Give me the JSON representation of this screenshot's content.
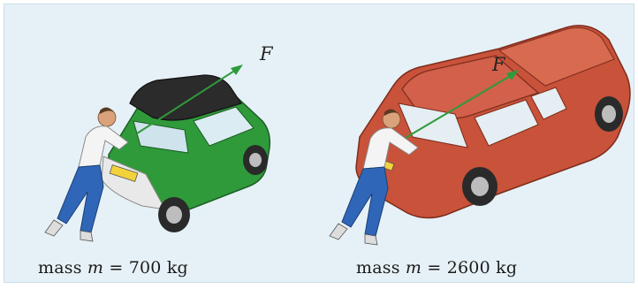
{
  "colors": {
    "background": "#e6f1f7",
    "small_car_body": "#2f9a3a",
    "small_car_roof": "#2b2b2b",
    "pickup_body": "#c8523a",
    "shirt": "#f4f4f4",
    "jeans": "#2f66b8",
    "force_arrow": "#2f9a3a"
  },
  "scenes": [
    {
      "car": "small green two-seater car",
      "force_symbol": "F",
      "caption": {
        "prefix": "mass ",
        "variable": "m",
        "value": " = 700 kg"
      }
    },
    {
      "car": "red pickup truck",
      "force_symbol": "F",
      "caption": {
        "prefix": "mass ",
        "variable": "m",
        "value": " = 2600 kg"
      }
    }
  ],
  "icons": [
    "person-pushing-icon",
    "small-car-icon",
    "pickup-truck-icon",
    "force-arrow-icon"
  ]
}
